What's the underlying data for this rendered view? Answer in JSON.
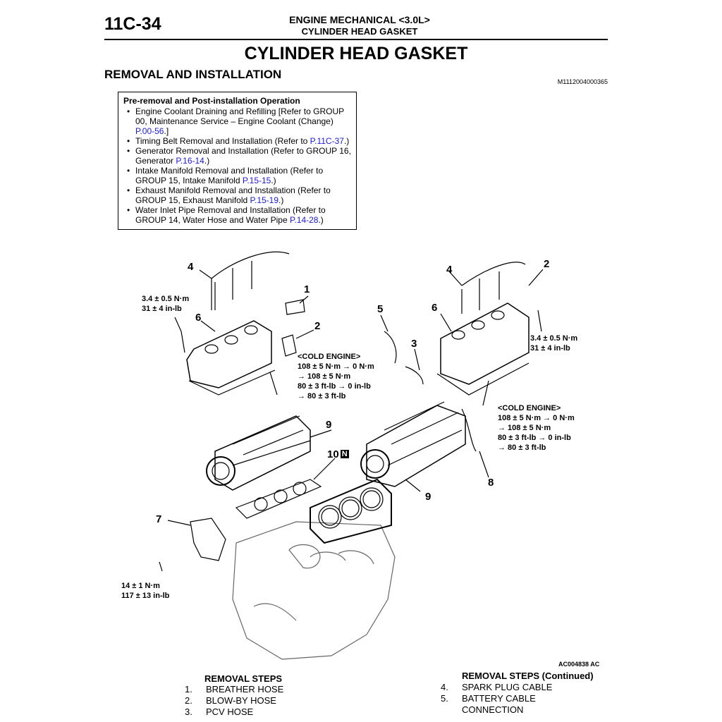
{
  "header": {
    "page_number": "11C-34",
    "section": "ENGINE MECHANICAL <3.0L>",
    "topic": "CYLINDER HEAD GASKET"
  },
  "title": "CYLINDER HEAD GASKET",
  "subtitle": "REMOVAL AND INSTALLATION",
  "doc_id": "M1112004000365",
  "pre_box": {
    "title": "Pre-removal and Post-installation Operation",
    "items": [
      {
        "text": "Engine Coolant Draining and Refilling [Refer to GROUP 00, Maintenance Service – Engine Coolant (Change) ",
        "ref": "P.00-56",
        "after": ".]"
      },
      {
        "text": "Timing Belt Removal and Installation (Refer to ",
        "ref": "P.11C-37",
        "after": ".)"
      },
      {
        "text": "Generator Removal and Installation (Refer to GROUP 16, Generator ",
        "ref": "P.16-14",
        "after": ".)"
      },
      {
        "text": "Intake Manifold Removal and Installation (Refer to GROUP 15, Intake Manifold ",
        "ref": "P.15-15",
        "after": ".)"
      },
      {
        "text": "Exhaust Manifold Removal and Installation (Refer to GROUP 15, Exhaust Manifold ",
        "ref": "P.15-19",
        "after": ".)"
      },
      {
        "text": "Water Inlet Pipe Removal and Installation (Refer to GROUP 14, Water Hose and Water Pipe ",
        "ref": "P.14-28",
        "after": ".)"
      }
    ]
  },
  "diagram": {
    "callouts": {
      "c1": "1",
      "c2a": "2",
      "c2b": "2",
      "c3": "3",
      "c4a": "4",
      "c4b": "4",
      "c5": "5",
      "c6a": "6",
      "c6b": "6",
      "c7": "7",
      "c8": "8",
      "c9a": "9",
      "c9b": "9",
      "c10": "10",
      "c10n": "N"
    },
    "torques": {
      "t1": "3.4 ± 0.5 N·m\n31 ± 4 in-lb",
      "t2": "<COLD ENGINE>\n108 ± 5 N·m → 0 N·m\n→ 108 ± 5 N·m\n80 ± 3 ft-lb → 0 in-lb\n→ 80 ± 3 ft-lb",
      "t3": "3.4 ± 0.5 N·m\n31 ± 4 in-lb",
      "t4": "<COLD ENGINE>\n108 ± 5 N·m → 0 N·m\n→ 108 ± 5 N·m\n80 ± 3 ft-lb → 0 in-lb\n→ 80 ± 3 ft-lb",
      "t5": "14 ± 1 N·m\n117 ± 13 in-lb"
    },
    "figure_id": "AC004838",
    "figure_suffix": "AC"
  },
  "removal_steps": {
    "heading": "REMOVAL STEPS",
    "items": [
      {
        "num": "1.",
        "label": "BREATHER HOSE"
      },
      {
        "num": "2.",
        "label": "BLOW-BY HOSE"
      },
      {
        "num": "3.",
        "label": "PCV HOSE"
      }
    ]
  },
  "removal_steps_continued": {
    "heading": "REMOVAL STEPS (Continued)",
    "items": [
      {
        "num": "4.",
        "label": "SPARK PLUG CABLE"
      },
      {
        "num": "5.",
        "label": "BATTERY CABLE"
      },
      {
        "num": "",
        "label": "CONNECTION"
      }
    ]
  }
}
